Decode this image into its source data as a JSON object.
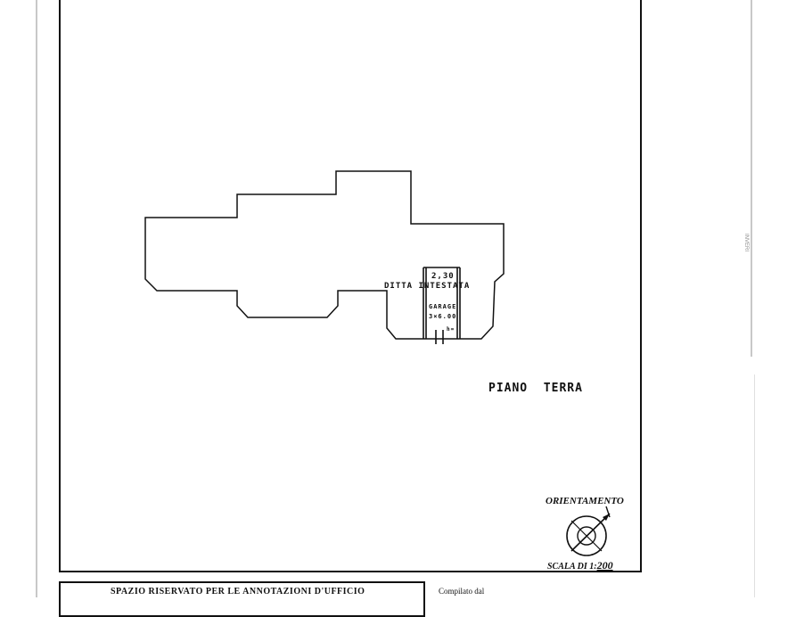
{
  "plan": {
    "floor_label": "PIANO  TERRA",
    "unit_label": "DITTA  INTESTATA",
    "room_height": "2,30",
    "room_name": "GARAGE",
    "room_size": "3×6.00",
    "room_small": "h=",
    "side_tag": "INVERI"
  },
  "orientation": {
    "title": "ORIENTAMENTO",
    "scale_prefix": "SCALA DI 1:",
    "scale_value": "200"
  },
  "footer": {
    "office_box_title": "SPAZIO RISERVATO PER LE ANNOTAZIONI D'UFFICIO",
    "compiled_by": "Compilato dal"
  }
}
